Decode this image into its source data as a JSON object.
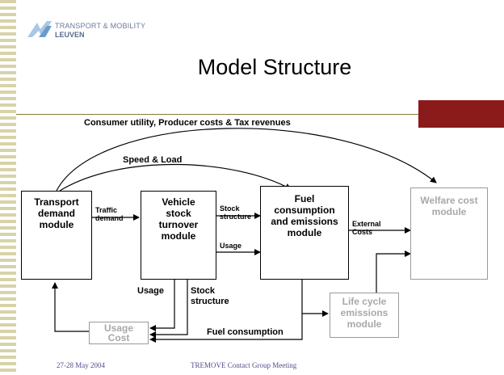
{
  "logo": {
    "line1": "TRANSPORT & MOBILITY",
    "line2": "LEUVEN"
  },
  "slide": {
    "title": "Model Structure"
  },
  "diagram": {
    "modules": {
      "transport": [
        "Transport",
        "demand",
        "module"
      ],
      "vehicle": [
        "Vehicle",
        "stock",
        "turnover",
        "module"
      ],
      "fuel": [
        "Fuel",
        "consumption",
        "and emissions",
        "module"
      ],
      "welfare": [
        "Welfare cost",
        "module"
      ],
      "lifecycle": [
        "Life cycle",
        "emissions",
        "module"
      ],
      "usagecost": [
        "Usage",
        "Cost"
      ]
    },
    "flow_labels": {
      "consumer": "Consumer utility, Producer costs & Tax revenues",
      "speed": "Speed & Load",
      "traffic": [
        "Traffic",
        "demand"
      ],
      "stock_structure_small": [
        "Stock",
        "structure"
      ],
      "usage_small": "Usage",
      "external_costs": [
        "External",
        "Costs"
      ],
      "usage": "Usage",
      "stock_structure": [
        "Stock",
        "structure"
      ],
      "fuel_consumption": "Fuel consumption"
    }
  },
  "footer": {
    "date": "27-28 May 2004",
    "meeting": "TREMOVE Contact Group Meeting"
  },
  "colors": {
    "accent_red": "#8b1a1a",
    "strip_olive": "#d8d2a8",
    "rule": "#8a7a3a",
    "gray_text": "#a8a8a8"
  }
}
